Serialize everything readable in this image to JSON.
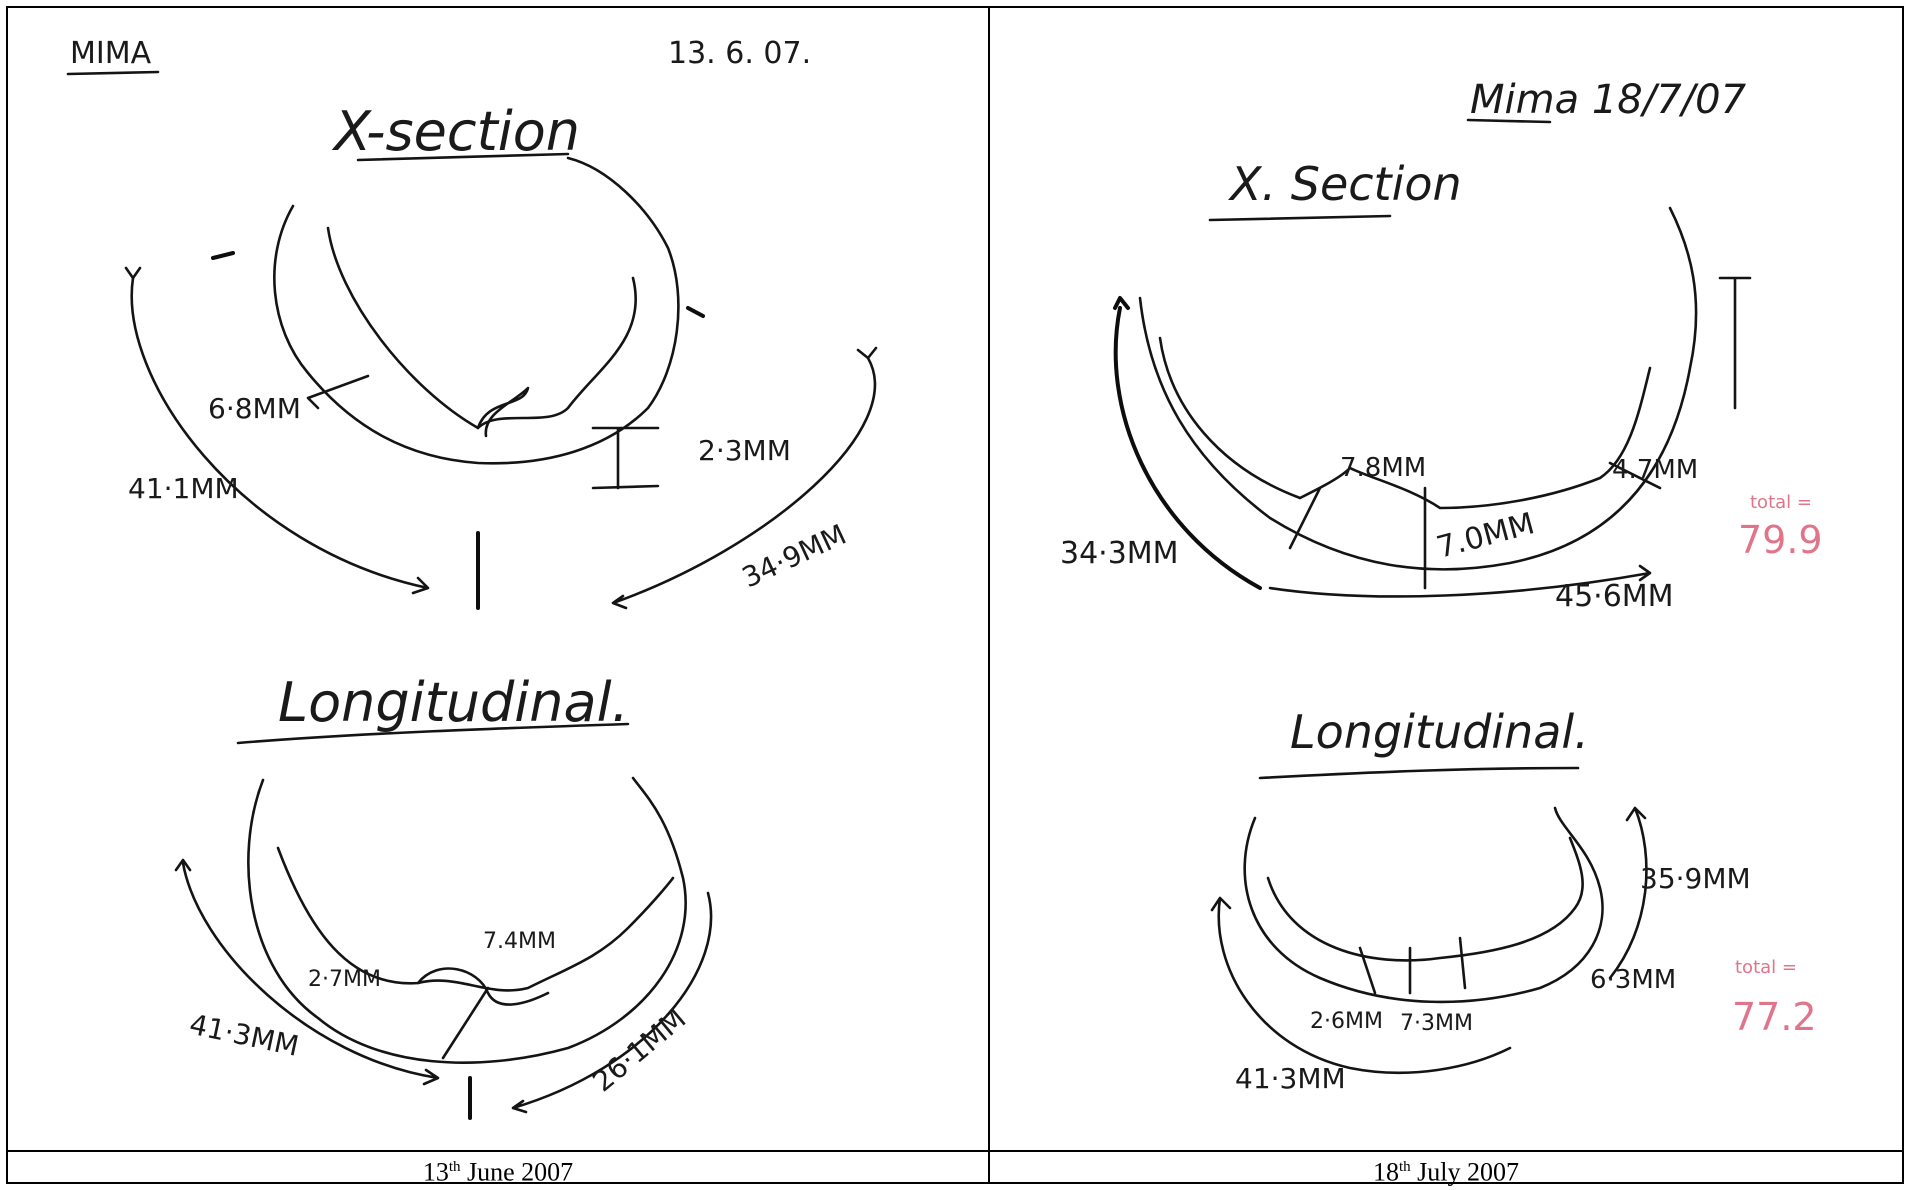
{
  "left_panel": {
    "patient": "MIMA",
    "date": "13. 6. 07.",
    "xsection": {
      "title": "X-section",
      "labels": [
        "6·8MM",
        "2·3MM",
        "41·1MM",
        "34·9MM"
      ]
    },
    "longitudinal": {
      "title": "Longitudinal.",
      "labels": [
        "7.4MM",
        "2·7MM",
        "41·3MM",
        "26·1MM"
      ]
    }
  },
  "right_panel": {
    "patient_date": "Mima 18/7/07",
    "xsection": {
      "title": "X. Section",
      "labels": [
        "7.8MM",
        "4.7MM",
        "7.0MM",
        "34·3MM",
        "45·6MM"
      ],
      "total_label": "total =",
      "total_value": "79.9"
    },
    "longitudinal": {
      "title": "Longitudinal.",
      "labels": [
        "35·9MM",
        "6·3MM",
        "2·6MM",
        "7·3MM",
        "41·3MM"
      ],
      "total_label": "total =",
      "total_value": "77.2"
    }
  },
  "captions": {
    "left_sup": "th",
    "left_pre": "13",
    "left_post": " June 2007",
    "right_sup": "th",
    "right_pre": "18",
    "right_post": " July 2007"
  },
  "colors": {
    "ink": "#141414",
    "pink": "#e0748a",
    "border": "#000000"
  }
}
